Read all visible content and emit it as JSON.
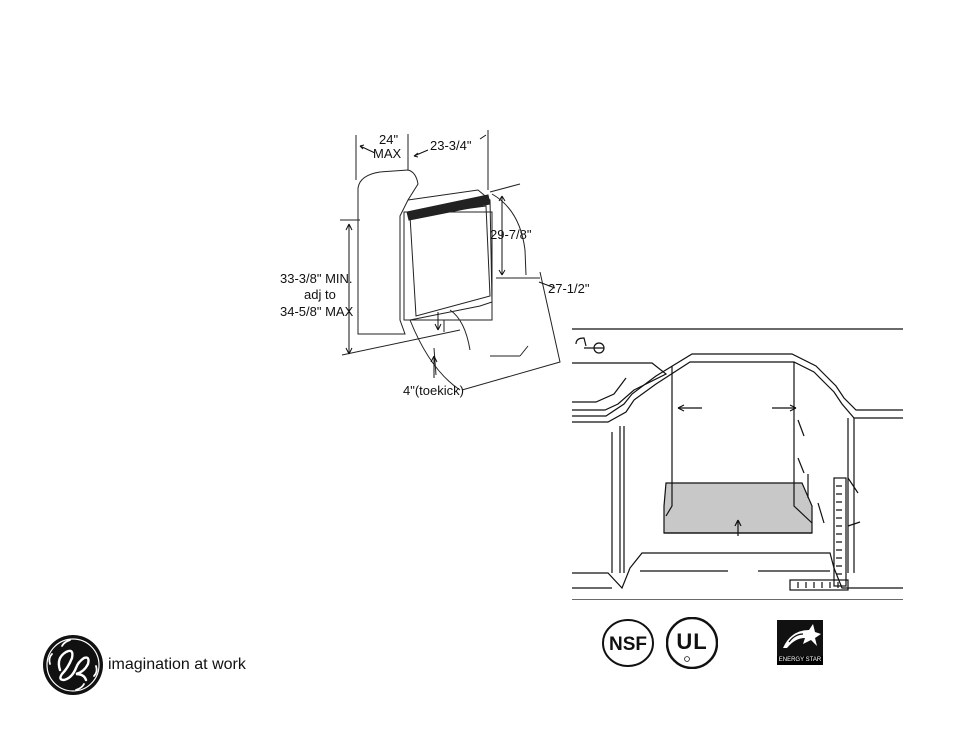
{
  "dimensions": {
    "width_max": "24\"",
    "width_max_suffix": "MAX",
    "depth": "23-3/4\"",
    "door_height": "29-7/8\"",
    "door_open_depth": "27-1/2\"",
    "height_min": "33-3/8\" MIN.",
    "height_adj": "adj  to",
    "height_max": "34-5/8\" MAX",
    "toekick": "4\"(toekick)"
  },
  "branding": {
    "tagline": "imagination at work",
    "logo_name": "GE"
  },
  "certifications": {
    "nsf": "NSF",
    "ul": "UL",
    "energy_star": "ENERGY STAR"
  }
}
